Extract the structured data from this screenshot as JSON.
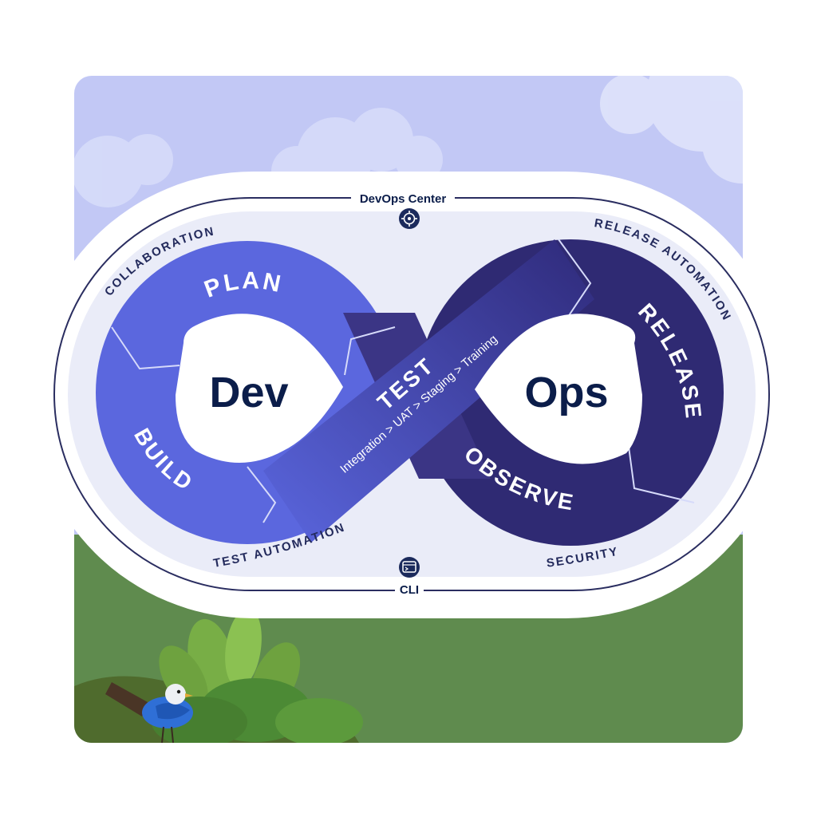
{
  "diagram": {
    "hubs": {
      "dev": "Dev",
      "ops": "Ops"
    },
    "stages": {
      "plan": "PLAN",
      "build": "BUILD",
      "test": "TEST",
      "test_sub": "Integration > UAT > Staging > Training",
      "release": "RELEASE",
      "observe": "OBSERVE"
    },
    "outer_labels": {
      "collaboration": "COLLABORATION",
      "release_automation": "RELEASE AUTOMATION",
      "test_automation": "TEST AUTOMATION",
      "security": "SECURITY"
    },
    "tools": {
      "top": "DevOps Center",
      "bottom": "CLI",
      "top_icon": "target-icon",
      "bottom_icon": "terminal-icon"
    }
  },
  "colors": {
    "sky": "#c2c8f5",
    "grass": "#5f8b4e",
    "dev_blue": "#5b67de",
    "ops_navy": "#2f2a73",
    "ring": "#e9ebf8",
    "text_navy": "#0b1d4a",
    "bird_blue": "#2f6fd6"
  }
}
